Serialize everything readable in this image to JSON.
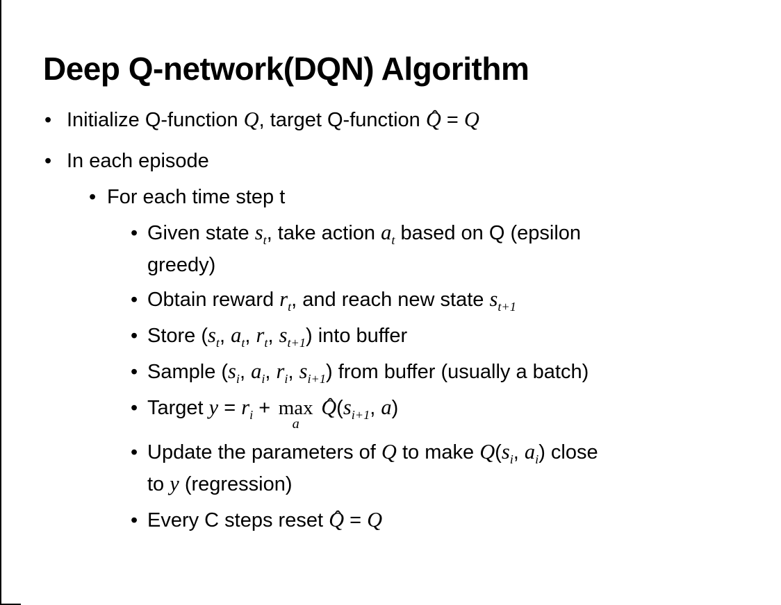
{
  "slide": {
    "title": "Deep Q-network(DQN) Algorithm",
    "bullet_char": "•",
    "bullets": [
      {
        "level": 1,
        "segments": [
          {
            "t": "text",
            "v": "Initialize Q-function "
          },
          {
            "t": "var",
            "v": "Q"
          },
          {
            "t": "text",
            "v": ", target Q-function "
          },
          {
            "t": "hatvar",
            "v": "Q"
          },
          {
            "t": "text",
            "v": " = "
          },
          {
            "t": "var",
            "v": "Q"
          }
        ]
      },
      {
        "level": 1,
        "segments": [
          {
            "t": "text",
            "v": "In each episode"
          }
        ]
      },
      {
        "level": 2,
        "segments": [
          {
            "t": "text",
            "v": "For each time step t"
          }
        ]
      },
      {
        "level": 3,
        "segments": [
          {
            "t": "text",
            "v": "Given state "
          },
          {
            "t": "varsub",
            "v": "s",
            "sub": "t"
          },
          {
            "t": "text",
            "v": ", take action "
          },
          {
            "t": "varsub",
            "v": "a",
            "sub": "t"
          },
          {
            "t": "text",
            "v": " based on Q (epsilon"
          },
          {
            "t": "br"
          },
          {
            "t": "text",
            "v": "greedy)"
          }
        ]
      },
      {
        "level": 3,
        "segments": [
          {
            "t": "text",
            "v": "Obtain reward "
          },
          {
            "t": "varsub",
            "v": "r",
            "sub": "t"
          },
          {
            "t": "text",
            "v": ", and reach new state "
          },
          {
            "t": "varsub",
            "v": "s",
            "sub": "t+1"
          }
        ]
      },
      {
        "level": 3,
        "segments": [
          {
            "t": "text",
            "v": "Store ("
          },
          {
            "t": "varsub",
            "v": "s",
            "sub": "t"
          },
          {
            "t": "text",
            "v": ", "
          },
          {
            "t": "varsub",
            "v": "a",
            "sub": "t"
          },
          {
            "t": "text",
            "v": ", "
          },
          {
            "t": "varsub",
            "v": "r",
            "sub": "t"
          },
          {
            "t": "text",
            "v": ", "
          },
          {
            "t": "varsub",
            "v": "s",
            "sub": "t+1"
          },
          {
            "t": "text",
            "v": ") into buffer"
          }
        ]
      },
      {
        "level": 3,
        "segments": [
          {
            "t": "text",
            "v": "Sample ("
          },
          {
            "t": "varsub",
            "v": "s",
            "sub": "i"
          },
          {
            "t": "text",
            "v": ", "
          },
          {
            "t": "varsub",
            "v": "a",
            "sub": "i"
          },
          {
            "t": "text",
            "v": ", "
          },
          {
            "t": "varsub",
            "v": "r",
            "sub": "i"
          },
          {
            "t": "text",
            "v": ", "
          },
          {
            "t": "varsub",
            "v": "s",
            "sub": "i+1"
          },
          {
            "t": "text",
            "v": ") from buffer (usually a batch)"
          }
        ]
      },
      {
        "level": 3,
        "segments": [
          {
            "t": "text",
            "v": "Target "
          },
          {
            "t": "var",
            "v": "y"
          },
          {
            "t": "text",
            "v": " = "
          },
          {
            "t": "varsub",
            "v": "r",
            "sub": "i"
          },
          {
            "t": "text",
            "v": " + "
          },
          {
            "t": "maxunder",
            "v": "max",
            "under": "a"
          },
          {
            "t": "text",
            "v": " "
          },
          {
            "t": "hatvar",
            "v": "Q"
          },
          {
            "t": "text",
            "v": "("
          },
          {
            "t": "varsub",
            "v": "s",
            "sub": "i+1"
          },
          {
            "t": "text",
            "v": ", "
          },
          {
            "t": "var",
            "v": "a"
          },
          {
            "t": "text",
            "v": ")"
          }
        ]
      },
      {
        "level": 3,
        "segments": [
          {
            "t": "text",
            "v": "Update the parameters of "
          },
          {
            "t": "var",
            "v": "Q"
          },
          {
            "t": "text",
            "v": " to make "
          },
          {
            "t": "var",
            "v": "Q"
          },
          {
            "t": "text",
            "v": "("
          },
          {
            "t": "varsub",
            "v": "s",
            "sub": "i"
          },
          {
            "t": "text",
            "v": ", "
          },
          {
            "t": "varsub",
            "v": "a",
            "sub": "i"
          },
          {
            "t": "text",
            "v": ") close"
          },
          {
            "t": "br"
          },
          {
            "t": "text",
            "v": "to "
          },
          {
            "t": "var",
            "v": "y"
          },
          {
            "t": "text",
            "v": " (regression)"
          }
        ]
      },
      {
        "level": 3,
        "segments": [
          {
            "t": "text",
            "v": "Every C steps reset "
          },
          {
            "t": "hatvar",
            "v": "Q"
          },
          {
            "t": "text",
            "v": " = "
          },
          {
            "t": "var",
            "v": "Q"
          }
        ]
      }
    ]
  },
  "colors": {
    "background": "#ffffff",
    "text": "#000000",
    "border": "#000000"
  }
}
